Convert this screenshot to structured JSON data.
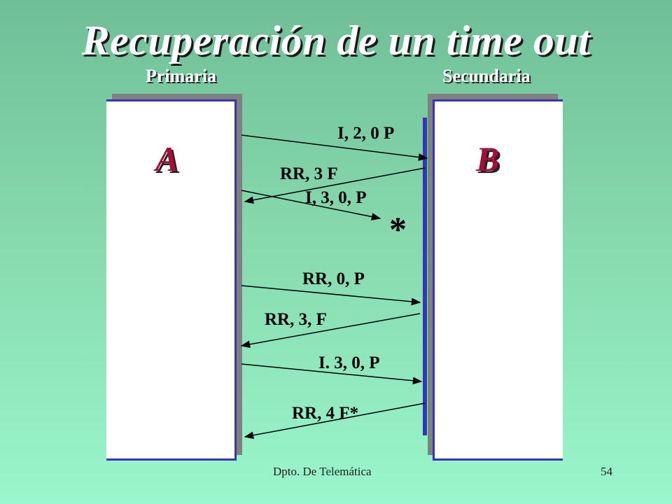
{
  "slide": {
    "title": "Recuperación de un time out",
    "primary_label": "Primaria",
    "secondary_label": "Secundaria",
    "station_a": "A",
    "station_b": "B",
    "lost_marker": "*",
    "footer": "Dpto. De Telemática",
    "page_number": "54"
  },
  "messages": [
    {
      "label": "I, 2, 0 P",
      "direction": "A-to-B"
    },
    {
      "label": "RR, 3 F",
      "direction": "B-to-A"
    },
    {
      "label": "I, 3, 0, P",
      "direction": "A-to-B",
      "lost": true
    },
    {
      "label": "RR, 0, P",
      "direction": "A-to-B"
    },
    {
      "label": "RR, 3, F",
      "direction": "B-to-A"
    },
    {
      "label": "I. 3, 0, P",
      "direction": "A-to-B"
    },
    {
      "label": "RR, 4 F*",
      "direction": "B-to-A"
    }
  ],
  "colors": {
    "station_border": "#3535b6",
    "station_letter": "#a0103a",
    "shadow": "#808080"
  }
}
